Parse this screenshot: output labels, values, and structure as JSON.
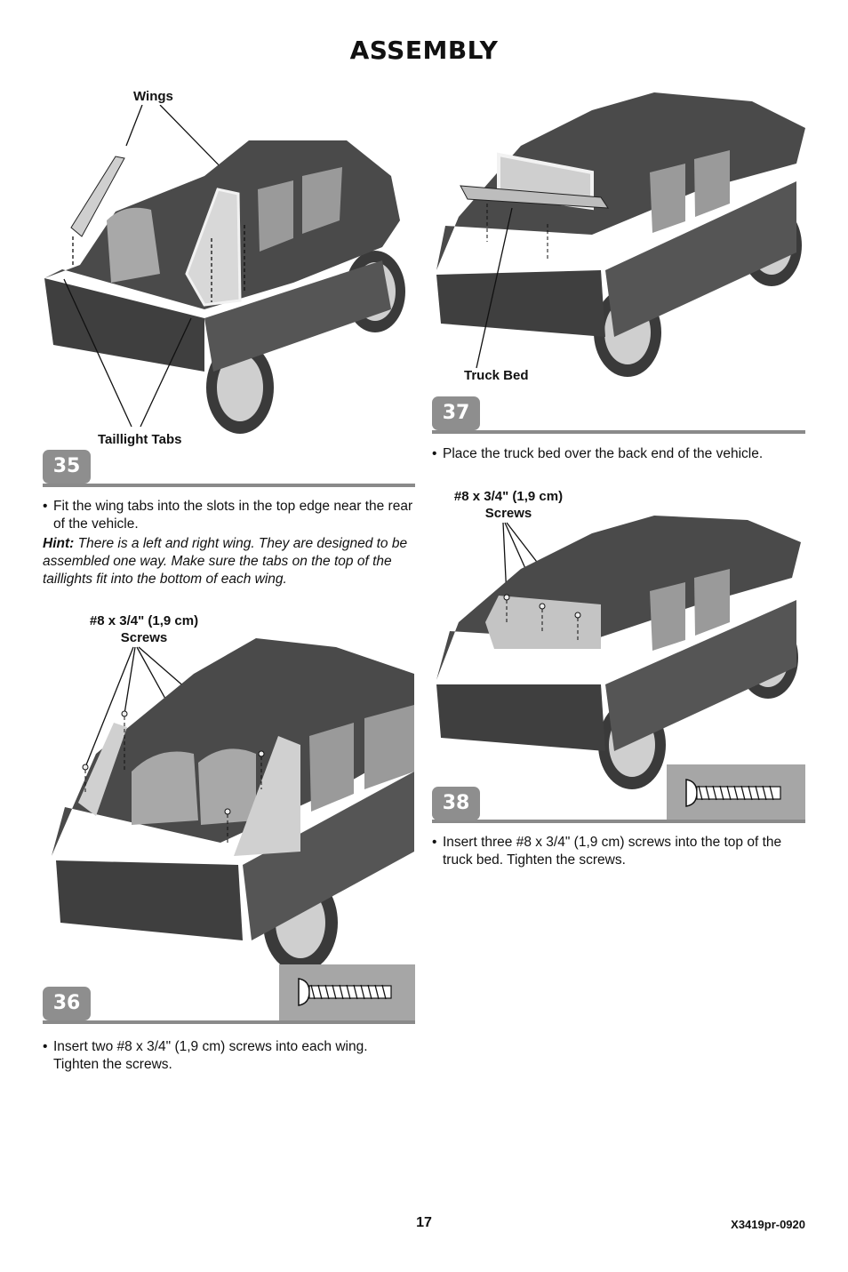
{
  "page": {
    "title": "ASSEMBLY",
    "page_number": "17",
    "doc_code": "X3419pr-0920"
  },
  "step35": {
    "number": "35",
    "label_wings": "Wings",
    "label_taillight": "Taillight Tabs",
    "bullet": "Fit the wing tabs into the slots in the top edge near the rear of the vehicle.",
    "hint_label": "Hint:",
    "hint_text": "There is a left and right wing. They are designed to be assembled one way. Make sure the tabs on the top of the taillights fit into the bottom of each wing."
  },
  "step36": {
    "number": "36",
    "label_screws_line1": "#8 x 3/4\" (1,9 cm)",
    "label_screws_line2": "Screws",
    "bullet_line1": "Insert two #8 x 3/4\" (1,9 cm) screws into each wing.",
    "bullet_line2": "Tighten the screws."
  },
  "step37": {
    "number": "37",
    "label_truck_bed": "Truck Bed",
    "bullet": "Place the truck bed over the back end of the vehicle."
  },
  "step38": {
    "number": "38",
    "label_screws_line1": "#8 x 3/4\" (1,9 cm)",
    "label_screws_line2": "Screws",
    "bullet_line1": "Insert three #8 x 3/4\" (1,9 cm) screws into the top of the",
    "bullet_line2": "truck bed. Tighten the screws."
  },
  "colors": {
    "badge": "#8e8e8e",
    "rule": "#8a8a8a",
    "screw_box": "#a6a6a6",
    "vehicle_body": "#4a4a4a",
    "highlight": "#d8d8d8"
  }
}
